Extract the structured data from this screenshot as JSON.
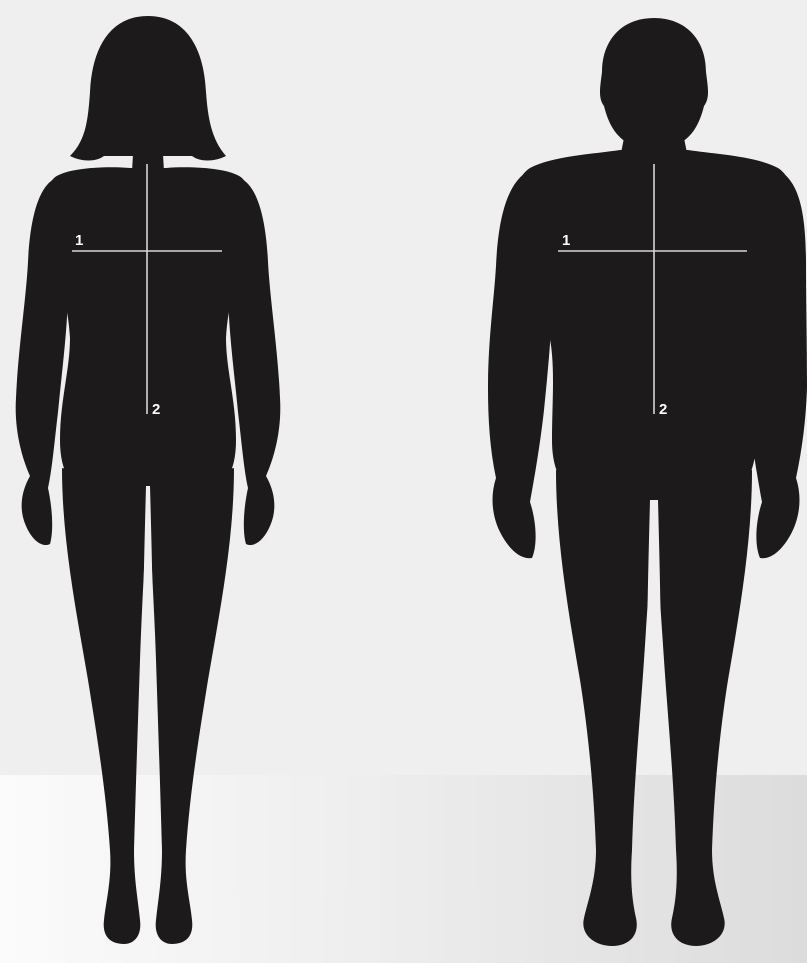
{
  "colors": {
    "background": "#efefef",
    "floor_band": "#e2e2e2",
    "silhouette": "#1c1a1a",
    "measure_line": "#d6d6d6",
    "label_text": "#ffffff"
  },
  "figures": {
    "female": {
      "chest_marker": "1",
      "length_marker": "2"
    },
    "male": {
      "chest_marker": "1",
      "length_marker": "2"
    }
  }
}
